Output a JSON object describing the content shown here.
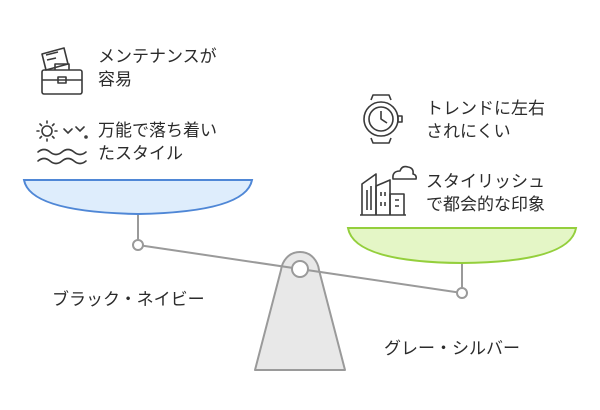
{
  "left_side": {
    "items": [
      {
        "icon": "toolbox-icon",
        "line1": "メンテナンスが",
        "line2": "容易"
      },
      {
        "icon": "weather-icon",
        "line1": "万能で落ち着い",
        "line2": "たスタイル"
      }
    ],
    "label": "ブラック・ネイビー",
    "pan_color": "#deedfc",
    "pan_stroke": "#4f87d6"
  },
  "right_side": {
    "items": [
      {
        "icon": "watch-icon",
        "line1": "トレンドに左右",
        "line2": "されにくい"
      },
      {
        "icon": "city-icon",
        "line1": "スタイリッシュ",
        "line2": "で都会的な印象"
      }
    ],
    "label": "グレー・シルバー",
    "pan_color": "#e4f6c6",
    "pan_stroke": "#94cf3c"
  },
  "colors": {
    "beam": "#9a9a9a",
    "fulcrum": "#e8e8e8",
    "fulcrum_stroke": "#9a9a9a",
    "text": "#2b2b2b",
    "icon": "#3a3a3a"
  }
}
